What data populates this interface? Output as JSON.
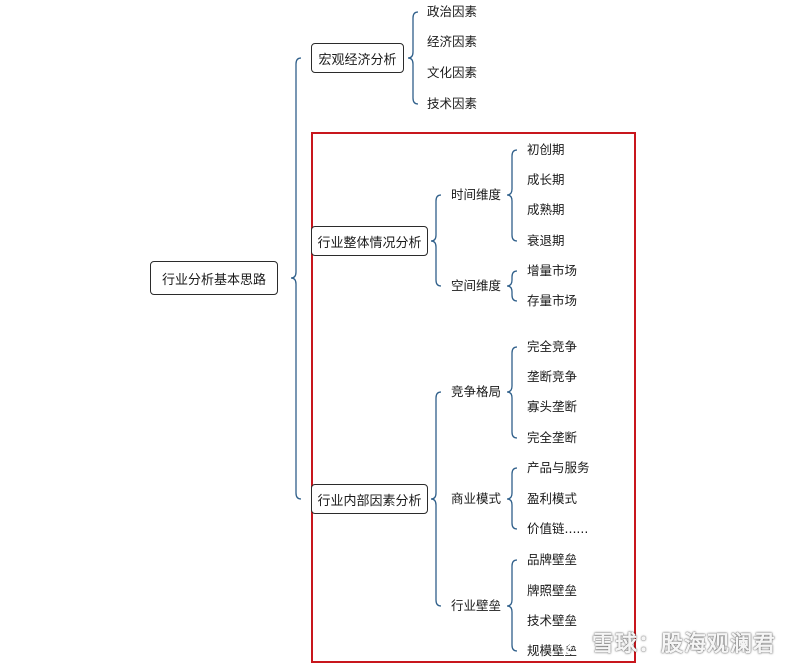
{
  "diagram": {
    "root": "行业分析基本思路",
    "macro": {
      "label": "宏观经济分析",
      "children": [
        "政治因素",
        "经济因素",
        "文化因素",
        "技术因素"
      ]
    },
    "overall": {
      "label": "行业整体情况分析",
      "time": {
        "label": "时间维度",
        "children": [
          "初创期",
          "成长期",
          "成熟期",
          "衰退期"
        ]
      },
      "space": {
        "label": "空间维度",
        "children": [
          "增量市场",
          "存量市场"
        ]
      }
    },
    "internal": {
      "label": "行业内部因素分析",
      "competition": {
        "label": "竞争格局",
        "children": [
          "完全竞争",
          "垄断竞争",
          "寡头垄断",
          "完全垄断"
        ]
      },
      "business": {
        "label": "商业模式",
        "children": [
          "产品与服务",
          "盈利模式",
          "价值链......"
        ]
      },
      "barrier": {
        "label": "行业壁垒",
        "children": [
          "品牌壁垒",
          "牌照壁垒",
          "技术壁垒",
          "规模壁垒"
        ]
      }
    }
  },
  "colors": {
    "connector": "#2f5f8a",
    "highlight": "#c8161d",
    "node_border": "#2b2b2b"
  },
  "watermark": {
    "text": "雪球：股海观澜君",
    "icon": "snowball-logo-icon"
  }
}
